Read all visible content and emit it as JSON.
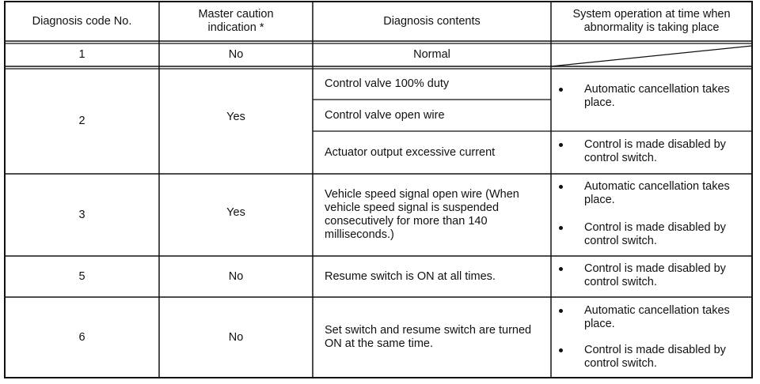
{
  "header": {
    "code": "Diagnosis code No.",
    "caution": "Master caution indication *",
    "contents": "Diagnosis contents",
    "operation": "System operation at time when abnormality is taking place"
  },
  "rows": {
    "r1": {
      "code": "1",
      "caution": "No",
      "contents": "Normal"
    },
    "r2": {
      "code": "2",
      "caution": "Yes",
      "contents": [
        "Control valve 100% duty",
        "Control valve open wire",
        "Actuator output excessive current"
      ],
      "operation": [
        "Automatic cancellation takes place.",
        "Control is made disabled by control switch."
      ]
    },
    "r3": {
      "code": "3",
      "caution": "Yes",
      "contents": "Vehicle speed signal open wire (When vehicle speed signal is suspended consecutively for more than 140 milliseconds.)",
      "operation": [
        "Automatic cancellation takes place.",
        "Control is made disabled by control switch."
      ]
    },
    "r5": {
      "code": "5",
      "caution": "No",
      "contents": "Resume switch is ON at all times.",
      "operation": [
        "Control is made disabled by control switch."
      ]
    },
    "r6": {
      "code": "6",
      "caution": "No",
      "contents": "Set switch and resume switch are turned ON at the same time.",
      "operation": [
        "Automatic cancellation takes place.",
        "Control is made disabled by control switch."
      ]
    }
  },
  "icons": {
    "bullet": "bullet-dot",
    "empty-cell": "diagonal-slash"
  }
}
